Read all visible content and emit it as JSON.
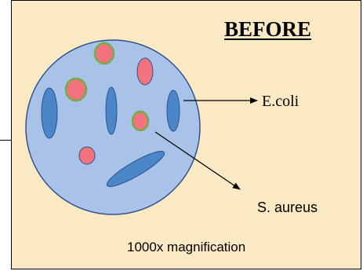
{
  "title": "BEFORE",
  "labels": {
    "ecoli": "E.coli",
    "saureus": "S.  aureus",
    "magnification": "1000x magnification"
  },
  "colors": {
    "panel_background": "#FBE9C4",
    "field_fill": "#A9C2E8",
    "field_stroke": "#2F528F",
    "rod_fill": "#4A86C8",
    "coccus_fill": "#F2737E",
    "coccus_ring": "#70AD47"
  }
}
